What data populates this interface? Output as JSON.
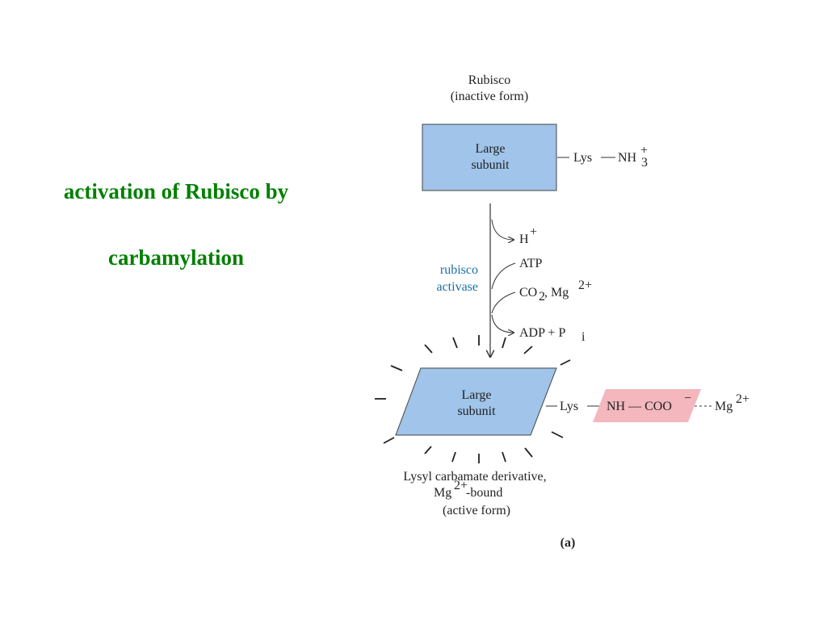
{
  "slide": {
    "title_line1": "activation of Rubisco by",
    "title_line2": "carbamylation"
  },
  "diagram": {
    "inactive_label_1": "Rubisco",
    "inactive_label_2": "(inactive form)",
    "large_subunit_1": "Large",
    "large_subunit_2": "subunit",
    "lys": "Lys",
    "nh": "NH",
    "nh3_sub": "3",
    "nh3_sup": "+",
    "h": "H",
    "h_sup": "+",
    "atp": "ATP",
    "co2": "CO",
    "co2_sub": "2",
    "co2_rest": ", Mg",
    "mg_sup": "2+",
    "adp": "ADP + P",
    "adp_sub": "i",
    "enzyme_1": "rubisco",
    "enzyme_2": "activase",
    "nh_coo": "NH — COO",
    "coo_sup": "−",
    "mg": "Mg",
    "mg2_sup": "2+",
    "active_label_1": "Lysyl carbamate derivative,",
    "active_label_2a": "Mg",
    "active_label_2sup": "2+",
    "active_label_2b": "-bound",
    "active_label_3": "(active form)",
    "panel_label": "(a)"
  },
  "colors": {
    "title": "#008000",
    "subunit_fill": "#a0c4ea",
    "carbamate_fill": "#f3b7bd",
    "enzyme_text": "#1a6fa3"
  }
}
